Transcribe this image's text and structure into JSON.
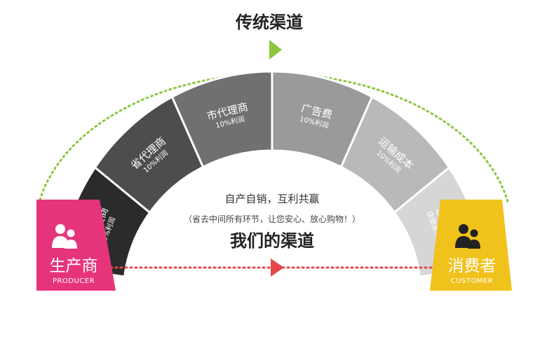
{
  "top_title": "传统渠道",
  "bottom_title": "我们的渠道",
  "center": {
    "headline": "自产自销，互利共赢",
    "subline": "（省去中间所有环节，让您安心、放心购物！）"
  },
  "producer": {
    "title": "生产商",
    "subtitle": "PRODUCER",
    "color": "#e6347a",
    "icon": "people-icon"
  },
  "consumer": {
    "title": "消费者",
    "subtitle": "CUSTOMER",
    "color": "#f0c21c",
    "icon": "people-icon"
  },
  "segments": [
    {
      "label": "总批发商",
      "sub": "10%利润",
      "color": "#2b2b2b"
    },
    {
      "label": "省代理商",
      "sub": "10%利润",
      "color": "#4d4d4d"
    },
    {
      "label": "市代理商",
      "sub": "10%利润",
      "color": "#707070"
    },
    {
      "label": "广告费",
      "sub": "10%利润",
      "color": "#9a9a9a"
    },
    {
      "label": "运输成本",
      "sub": "10%利润",
      "color": "#b9b9b9"
    },
    {
      "label": "百货专柜",
      "sub": "店面装修费用",
      "color": "#d6d6d6"
    }
  ],
  "colors": {
    "green_dots": "#8cc63f",
    "red_dots": "#e5464b"
  }
}
